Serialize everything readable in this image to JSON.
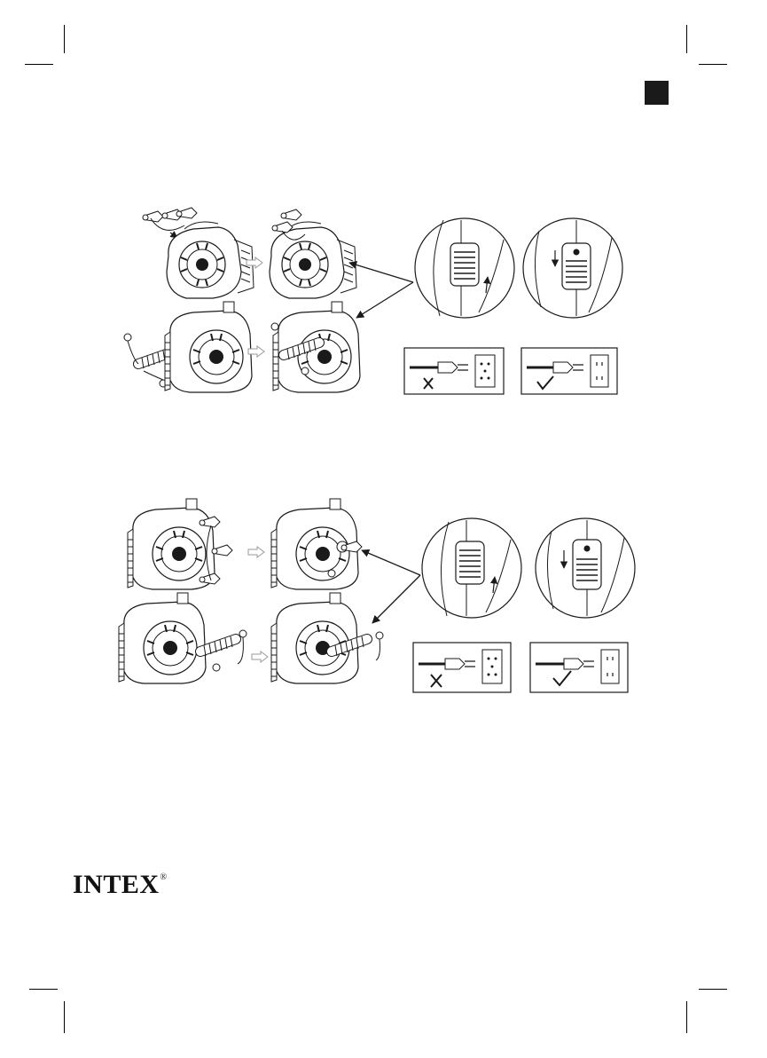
{
  "brand": {
    "name": "INTEX",
    "mark": "®"
  },
  "sections": [
    {
      "id": "upper",
      "pump_orientation": "front-facing",
      "steps": [
        "attach-nozzle",
        "attach-hose"
      ],
      "plug": {
        "wrong": "x-icon",
        "right": "check-icon"
      }
    },
    {
      "id": "lower",
      "pump_orientation": "side-facing",
      "steps": [
        "attach-nozzle",
        "attach-hose"
      ],
      "plug": {
        "wrong": "x-icon",
        "right": "check-icon"
      }
    }
  ],
  "colors": {
    "ink": "#1a1a1a",
    "arrow": "#9a9a9a",
    "paper": "#ffffff"
  }
}
